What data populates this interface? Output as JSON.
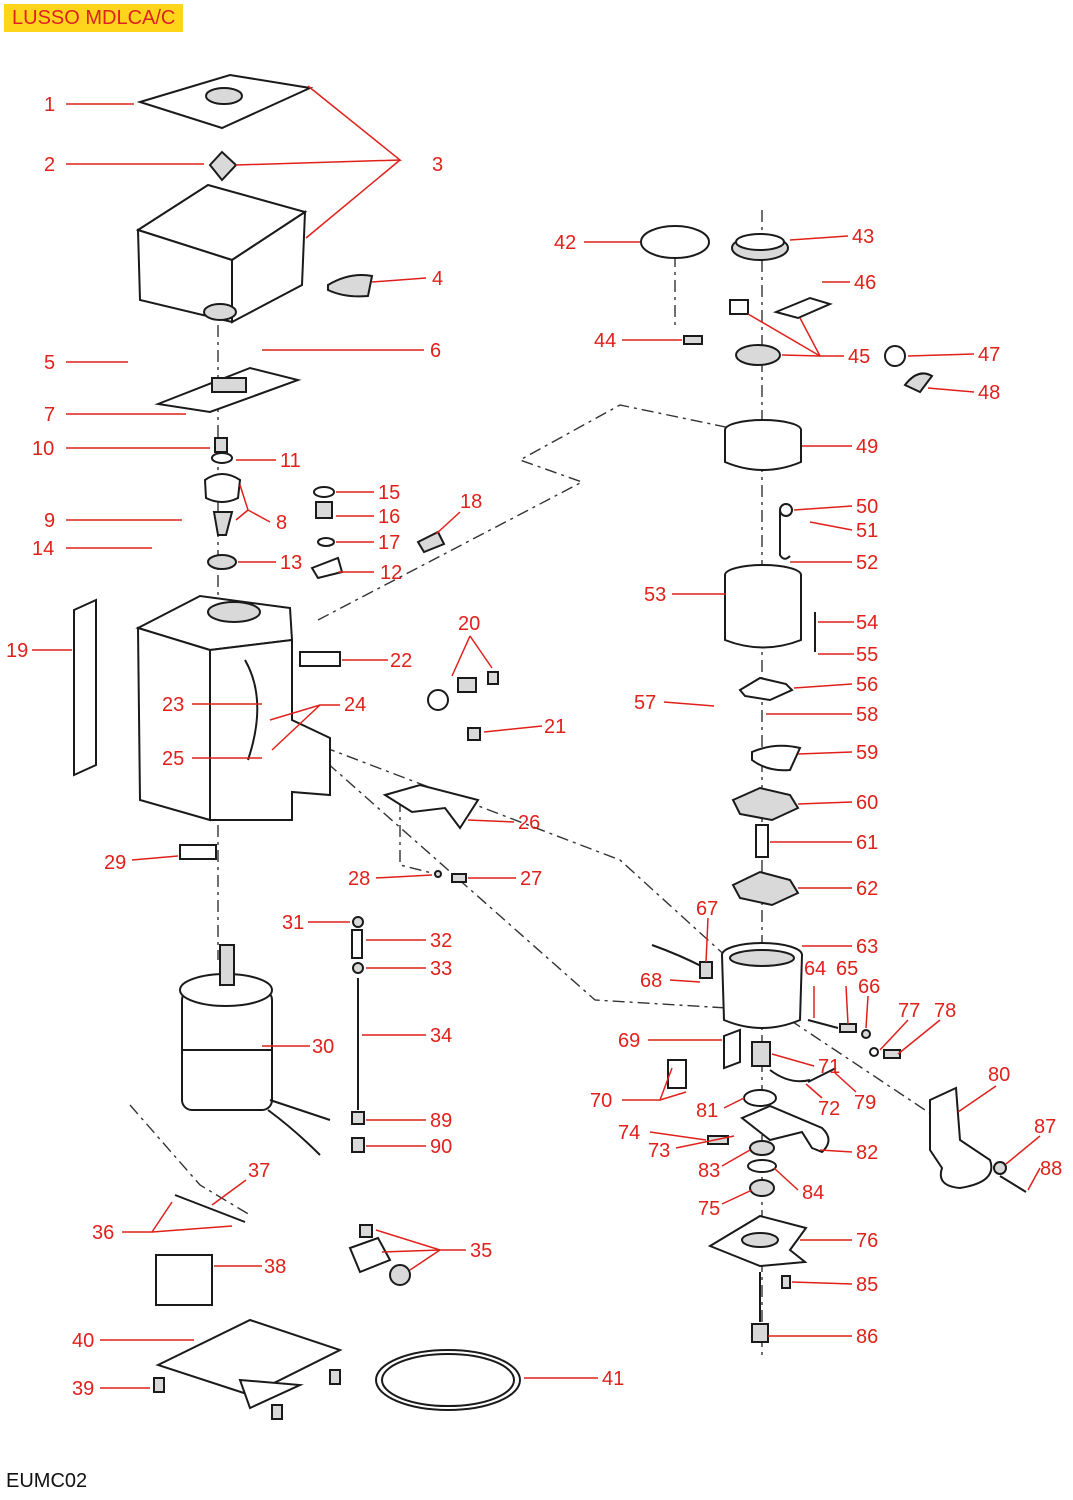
{
  "title": "LUSSO MDLCA/C",
  "footer_code": "EUMC02",
  "accent_color": "#e0201a",
  "title_badge_color": "#ffd51c",
  "callouts": [
    {
      "n": "1",
      "icon": "hopper-lid"
    },
    {
      "n": "2",
      "icon": "lid-knob"
    },
    {
      "n": "3",
      "icon": "hopper-assembly"
    },
    {
      "n": "4",
      "icon": "hopper-gate"
    },
    {
      "n": "5",
      "icon": "screw"
    },
    {
      "n": "6",
      "icon": "screw"
    },
    {
      "n": "7",
      "icon": "hopper-base-plate"
    },
    {
      "n": "8",
      "icon": "grinder-burr-set"
    },
    {
      "n": "9",
      "icon": "screw"
    },
    {
      "n": "10",
      "icon": "nut"
    },
    {
      "n": "11",
      "icon": "washer"
    },
    {
      "n": "12",
      "icon": "bracket"
    },
    {
      "n": "13",
      "icon": "burr-carrier"
    },
    {
      "n": "14",
      "icon": "screw"
    },
    {
      "n": "15",
      "icon": "washer"
    },
    {
      "n": "16",
      "icon": "bushing"
    },
    {
      "n": "17",
      "icon": "washer"
    },
    {
      "n": "18",
      "icon": "label"
    },
    {
      "n": "19",
      "icon": "side-panel"
    },
    {
      "n": "20",
      "icon": "switch-assembly"
    },
    {
      "n": "21",
      "icon": "switch"
    },
    {
      "n": "22",
      "icon": "label"
    },
    {
      "n": "23",
      "icon": "screw"
    },
    {
      "n": "24",
      "icon": "bracket"
    },
    {
      "n": "25",
      "icon": "screw"
    },
    {
      "n": "26",
      "icon": "portafilter-fork"
    },
    {
      "n": "27",
      "icon": "screw"
    },
    {
      "n": "28",
      "icon": "washer"
    },
    {
      "n": "29",
      "icon": "label"
    },
    {
      "n": "30",
      "icon": "motor"
    },
    {
      "n": "31",
      "icon": "nut"
    },
    {
      "n": "32",
      "icon": "spring"
    },
    {
      "n": "33",
      "icon": "nut"
    },
    {
      "n": "34",
      "icon": "threaded-rod"
    },
    {
      "n": "35",
      "icon": "capacitor"
    },
    {
      "n": "36",
      "icon": "screw"
    },
    {
      "n": "37",
      "icon": "rod"
    },
    {
      "n": "38",
      "icon": "relay"
    },
    {
      "n": "39",
      "icon": "foot"
    },
    {
      "n": "40",
      "icon": "base-frame"
    },
    {
      "n": "41",
      "icon": "gasket-ring"
    },
    {
      "n": "42",
      "icon": "disc"
    },
    {
      "n": "43",
      "icon": "doser-lid"
    },
    {
      "n": "44",
      "icon": "clip"
    },
    {
      "n": "45",
      "icon": "lid-assembly"
    },
    {
      "n": "46",
      "icon": "screw"
    },
    {
      "n": "47",
      "icon": "washer"
    },
    {
      "n": "48",
      "icon": "knob"
    },
    {
      "n": "49",
      "icon": "doser-ring"
    },
    {
      "n": "50",
      "icon": "washer"
    },
    {
      "n": "51",
      "icon": "screw"
    },
    {
      "n": "52",
      "icon": "wire-spring"
    },
    {
      "n": "53",
      "icon": "doser-chamber"
    },
    {
      "n": "54",
      "icon": "pin"
    },
    {
      "n": "55",
      "icon": "screw"
    },
    {
      "n": "56",
      "icon": "star-vane"
    },
    {
      "n": "57",
      "icon": "screw"
    },
    {
      "n": "58",
      "icon": "screw"
    },
    {
      "n": "59",
      "icon": "cover"
    },
    {
      "n": "60",
      "icon": "star-wheel"
    },
    {
      "n": "61",
      "icon": "spring"
    },
    {
      "n": "62",
      "icon": "star-wheel"
    },
    {
      "n": "63",
      "icon": "doser-body"
    },
    {
      "n": "64",
      "icon": "pin"
    },
    {
      "n": "65",
      "icon": "spring"
    },
    {
      "n": "66",
      "icon": "screw"
    },
    {
      "n": "67",
      "icon": "microswitch"
    },
    {
      "n": "68",
      "icon": "screw"
    },
    {
      "n": "69",
      "icon": "plate"
    },
    {
      "n": "70",
      "icon": "switch-assembly"
    },
    {
      "n": "71",
      "icon": "spring"
    },
    {
      "n": "72",
      "icon": "rod"
    },
    {
      "n": "73",
      "icon": "screw"
    },
    {
      "n": "74",
      "icon": "spring"
    },
    {
      "n": "75",
      "icon": "nut"
    },
    {
      "n": "76",
      "icon": "base-plate"
    },
    {
      "n": "77",
      "icon": "washer"
    },
    {
      "n": "78",
      "icon": "screw"
    },
    {
      "n": "79",
      "icon": "spring"
    },
    {
      "n": "80",
      "icon": "tamper"
    },
    {
      "n": "81",
      "icon": "washer"
    },
    {
      "n": "82",
      "icon": "dosing-lever"
    },
    {
      "n": "83",
      "icon": "bushing"
    },
    {
      "n": "84",
      "icon": "washer"
    },
    {
      "n": "85",
      "icon": "screw"
    },
    {
      "n": "86",
      "icon": "bolt"
    },
    {
      "n": "87",
      "icon": "washer"
    },
    {
      "n": "88",
      "icon": "screw"
    },
    {
      "n": "89",
      "icon": "nut"
    },
    {
      "n": "90",
      "icon": "nut"
    }
  ]
}
